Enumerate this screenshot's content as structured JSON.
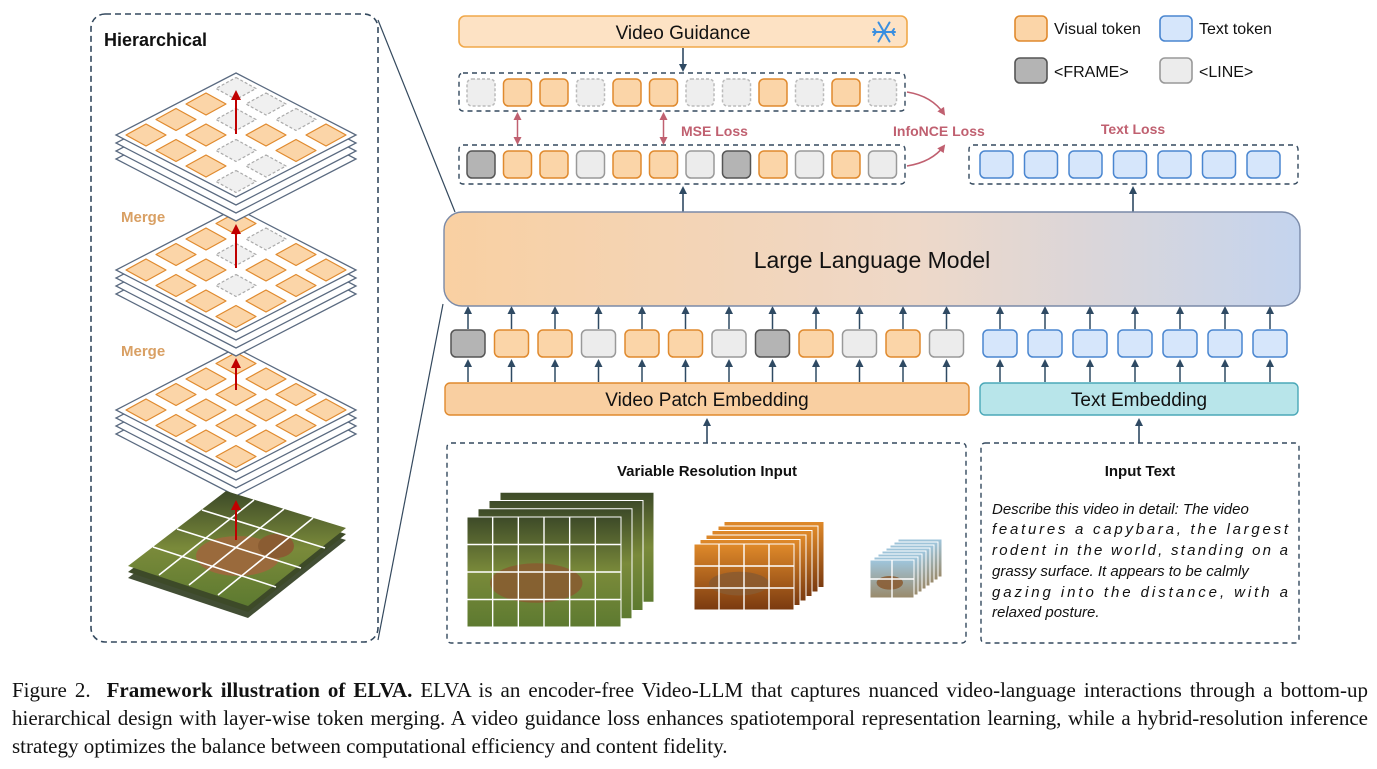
{
  "hierarchical_panel": {
    "title": "Hierarchical",
    "merge_labels": [
      "Merge",
      "Merge"
    ]
  },
  "video_guidance": {
    "label": "Video Guidance",
    "icon": "snowflake-icon"
  },
  "legend": {
    "visual_token": "Visual token",
    "text_token": "Text token",
    "frame_token": "<FRAME>",
    "line_token": "<LINE>"
  },
  "losses": {
    "mse": "MSE Loss",
    "infonce": "InfoNCE Loss",
    "text": "Text Loss"
  },
  "llm": {
    "label": "Large Language Model"
  },
  "video_patch_embedding": {
    "label": "Video Patch Embedding"
  },
  "text_embedding": {
    "label": "Text Embedding"
  },
  "variable_resolution": {
    "title": "Variable Resolution Input"
  },
  "input_text": {
    "title": "Input Text",
    "lines": [
      "Describe this video in detail: The video",
      "features a capybara, the largest",
      "rodent in the world, standing on a",
      "grassy surface. It appears to be calmly",
      "gazing into the distance, with a",
      "relaxed posture."
    ]
  },
  "token_sequences": {
    "guidance_row": [
      "line",
      "visual",
      "visual",
      "line",
      "visual",
      "visual",
      "line",
      "line",
      "visual",
      "line",
      "visual",
      "line"
    ],
    "output_row": [
      "frame",
      "visual",
      "visual",
      "line",
      "visual",
      "visual",
      "line",
      "frame",
      "visual",
      "line",
      "visual",
      "line"
    ],
    "input_row": [
      "frame",
      "visual",
      "visual",
      "line",
      "visual",
      "visual",
      "line",
      "frame",
      "visual",
      "line",
      "visual",
      "line"
    ],
    "text_tokens_count": 7
  },
  "colors": {
    "visual_fill": "#fbd5a8",
    "visual_stroke": "#e08a2e",
    "text_fill": "#d6e6fb",
    "text_stroke": "#4a86d0",
    "frame_fill": "#b4b4b4",
    "line_fill": "#ececec",
    "dashed_border": "#34495e",
    "arrow_dark": "#2f4a63",
    "arrow_red": "#c00000",
    "loss_text": "#c06070",
    "merge_text": "#d9a064",
    "text_embed_fill": "#b8e5ea"
  },
  "caption": {
    "prefix": "Figure 2.",
    "bold": "Framework illustration of ELVA.",
    "text": "ELVA is an encoder-free Video-LLM that captures nuanced video-language interactions through a bottom-up hierarchical design with layer-wise token merging. A video guidance loss enhances spatiotemporal representation learning, while a hybrid-resolution inference strategy optimizes the balance between computational efficiency and content fidelity."
  }
}
